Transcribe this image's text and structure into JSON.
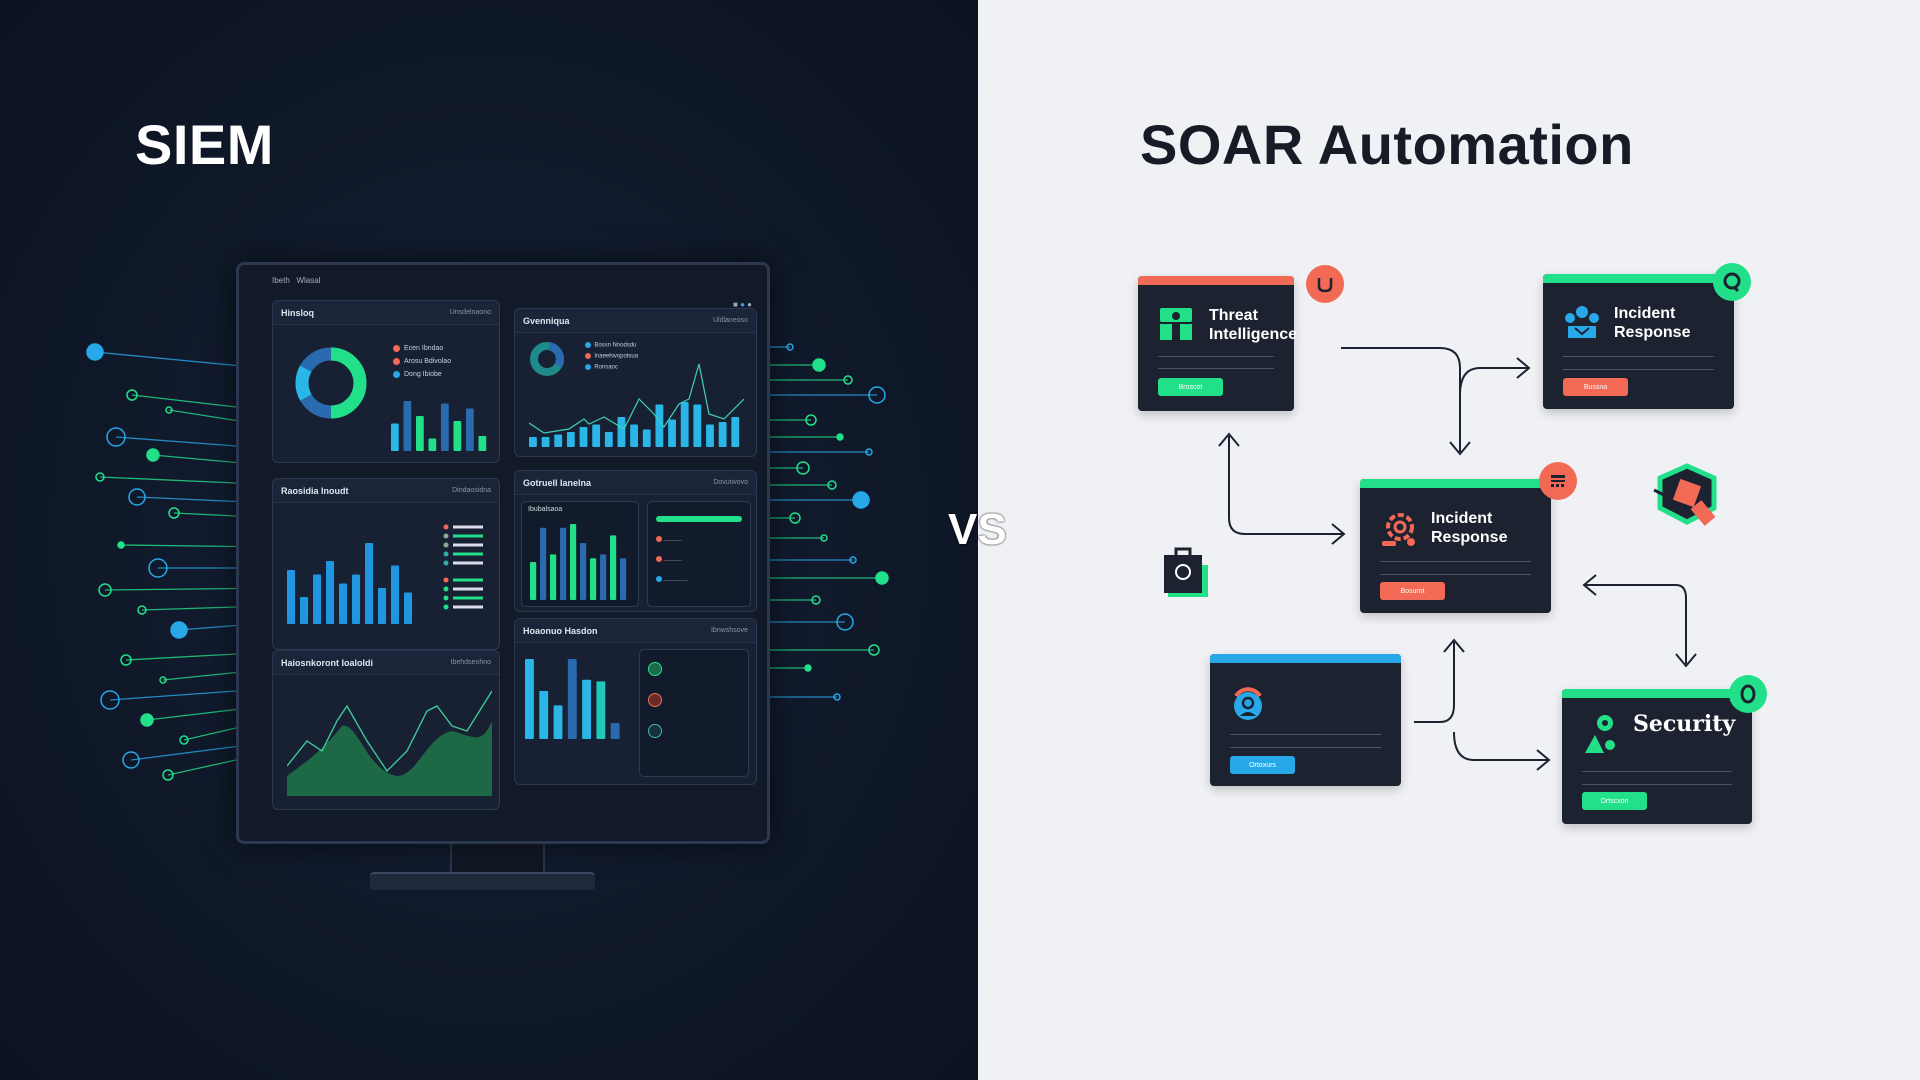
{
  "left": {
    "title": "SIEM"
  },
  "right": {
    "title": "SOAR Automation"
  },
  "vs_label": "VS",
  "colors": {
    "green": "#22e08a",
    "red": "#f26a55",
    "blue": "#27a8e8",
    "dark_card": "#1d2230"
  },
  "dashboard": {
    "topbar": [
      "Ibeth",
      "Wlasal"
    ],
    "panels": [
      {
        "title": "Hinsloq",
        "action": "Unsdelnaono",
        "legend": [
          "Ecen Ibndao",
          "Arosu Bdivolao",
          "Dong Ibiobe"
        ]
      },
      {
        "title": "Gvenniqua",
        "action": "Uldlaneoso",
        "legend": [
          "Bossn Nnodsdu",
          "Inaeehivopotsua",
          "Ronsaoc"
        ]
      },
      {
        "title": "Raosidia Inoudt",
        "action": "Dindaosidna"
      },
      {
        "title": "Gotruell Ianelna",
        "action": "Dovutwovo",
        "sub_title": "Ibubalsaoa"
      },
      {
        "title": "Haiosnkoront Ioaloldi",
        "action": "Ibehdseohno"
      },
      {
        "title": "Hoaonuo Hasdon",
        "action": "Ibnwshsove"
      }
    ]
  },
  "cards": [
    {
      "title_line1": "Threat",
      "title_line2": "Intelligence",
      "button": "Broscot",
      "icon": "threat-intel-icon",
      "badge": "alarm-icon"
    },
    {
      "title_line1": "Incident",
      "title_line2": "Response",
      "button": "Bussna",
      "icon": "team-icon",
      "badge": "search-icon"
    },
    {
      "title_line1": "Incident",
      "title_line2": "Response",
      "button": "Bosurnt",
      "icon": "gear-icon",
      "badge": "list-icon"
    },
    {
      "button": "Ortoxurs",
      "icon": "user-shield-icon"
    },
    {
      "title_line1": "Security",
      "button": "Ortscxon",
      "icon": "location-user-icon",
      "badge": "ring-icon"
    }
  ]
}
